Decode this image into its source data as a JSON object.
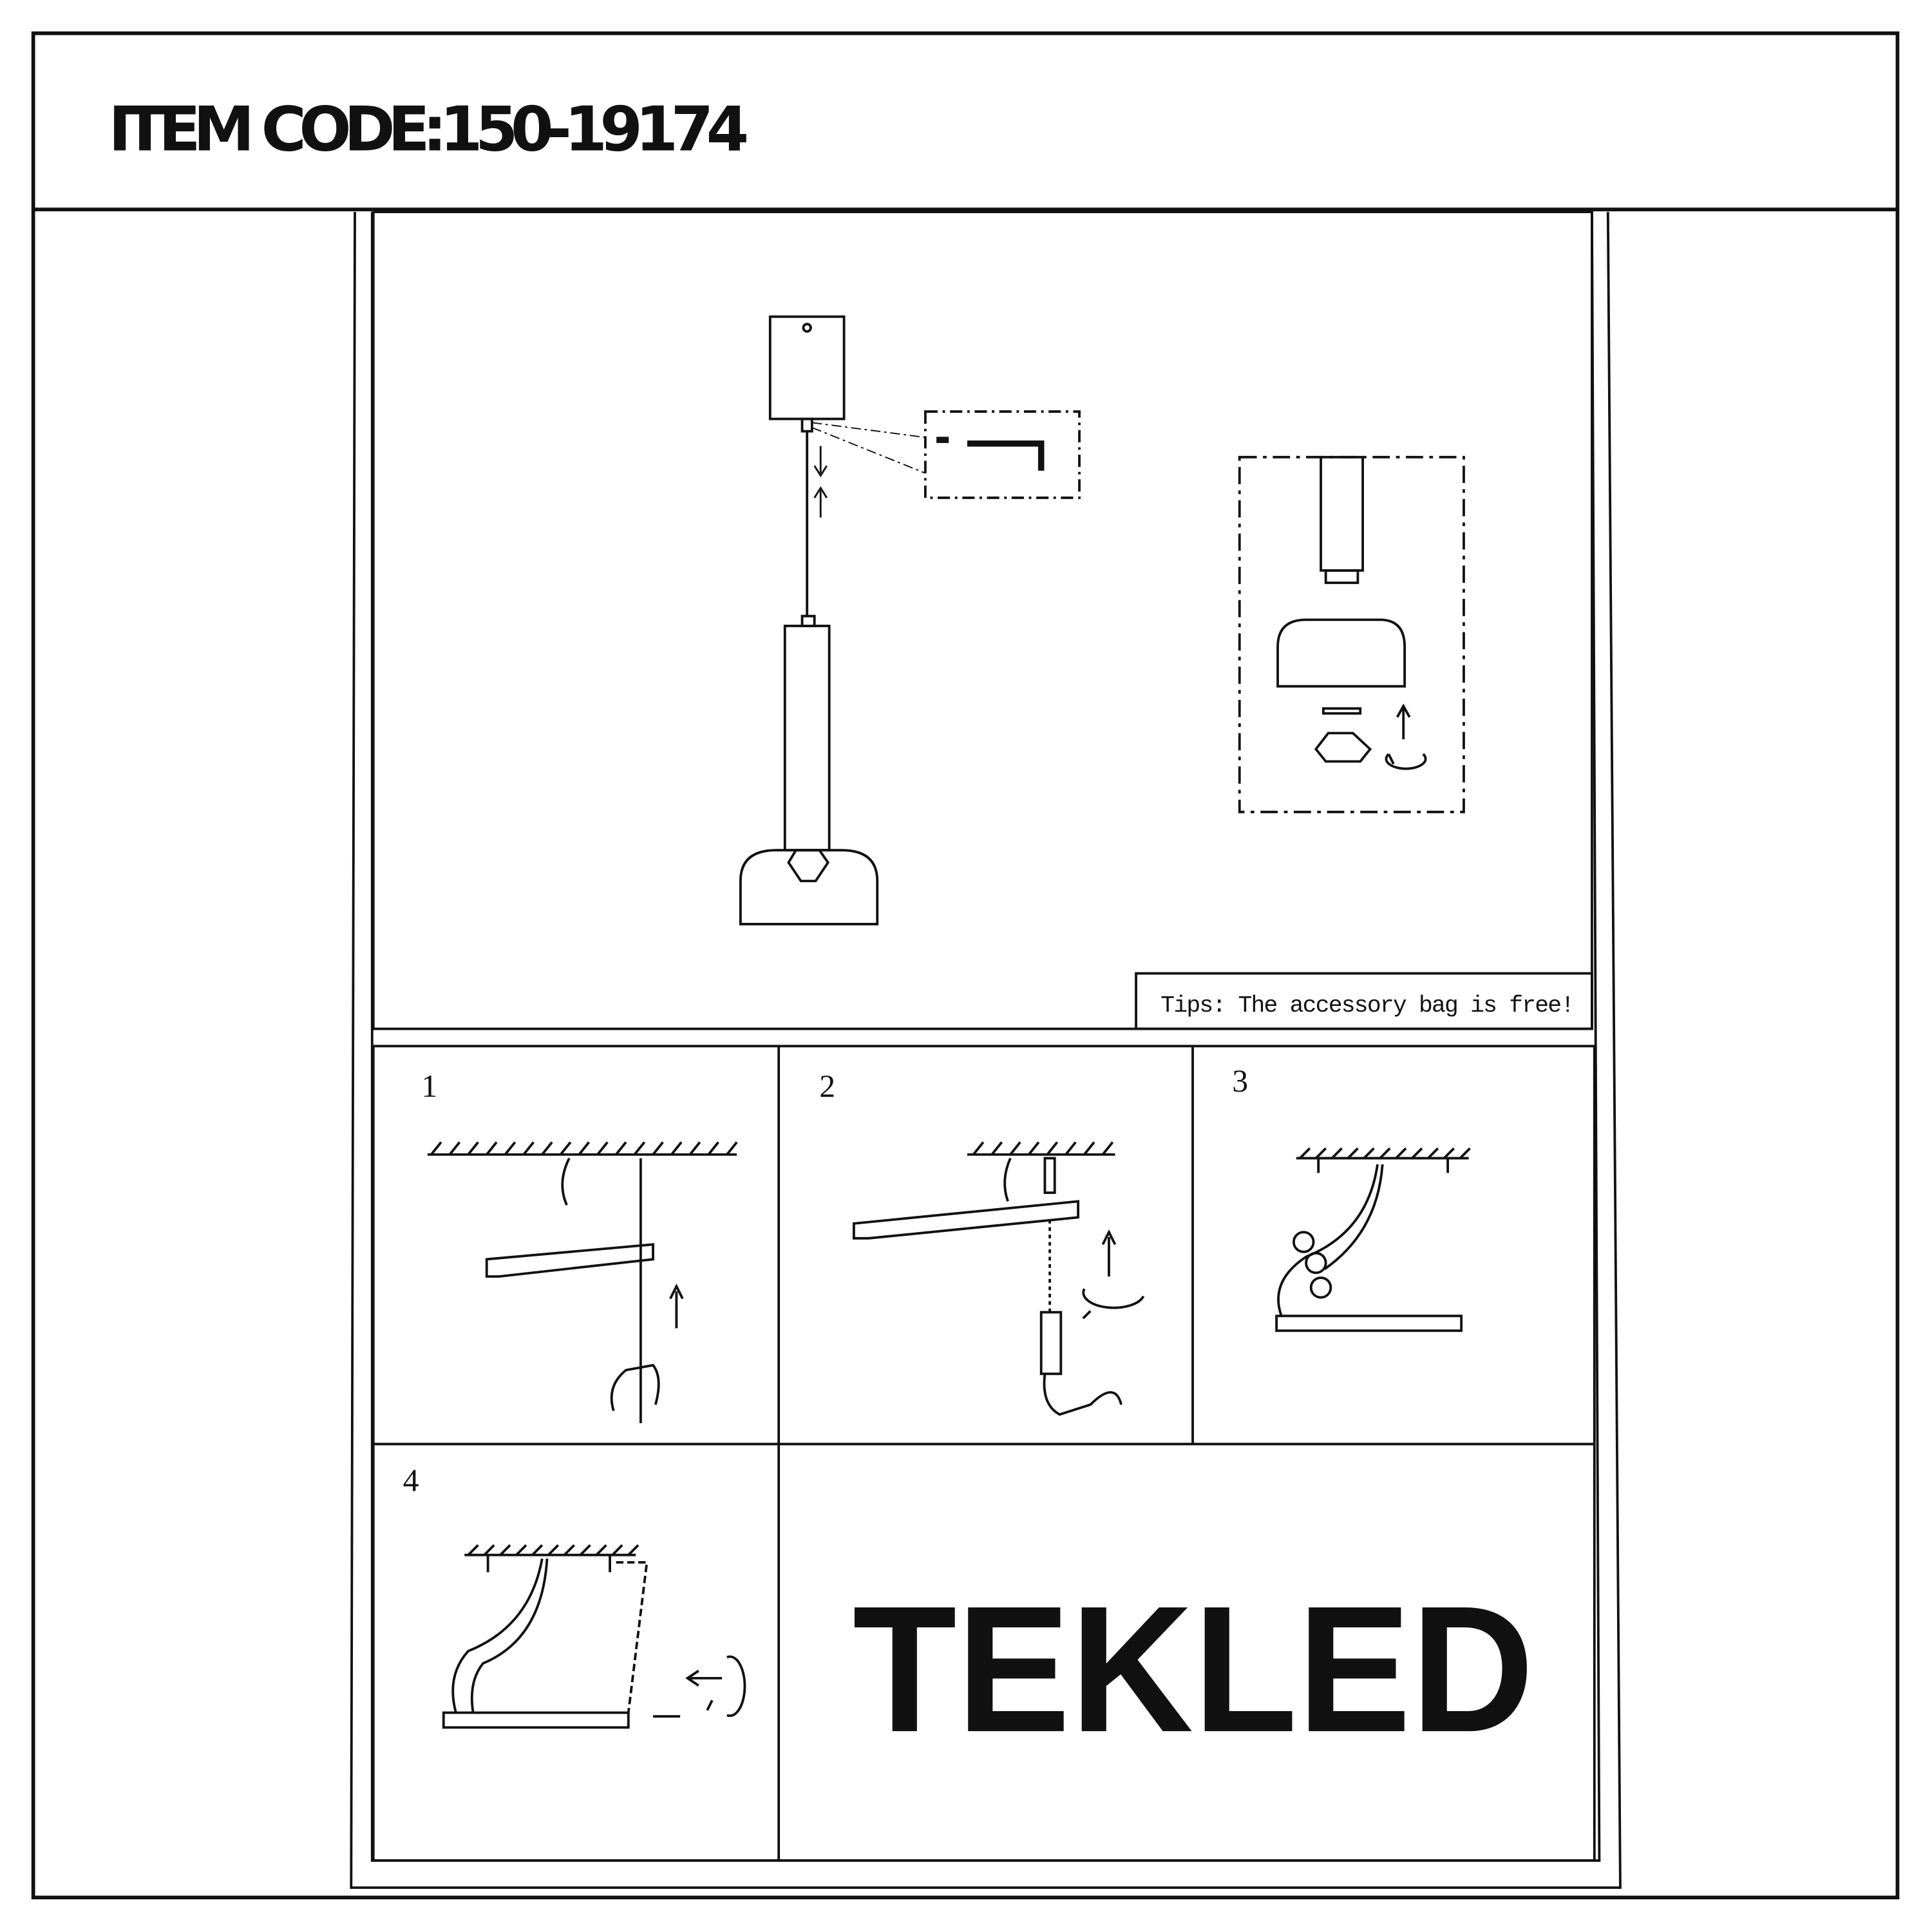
{
  "header": {
    "item_code": "ITEM CODE:150-19174"
  },
  "overview": {
    "tips": "Tips: The accessory bag is free!"
  },
  "steps": [
    {
      "number": "1"
    },
    {
      "number": "2"
    },
    {
      "number": "3"
    },
    {
      "number": "4"
    }
  ],
  "logo": {
    "text": "TEKLED"
  },
  "colors": {
    "ink": "#111111",
    "paper": "#ffffff"
  }
}
